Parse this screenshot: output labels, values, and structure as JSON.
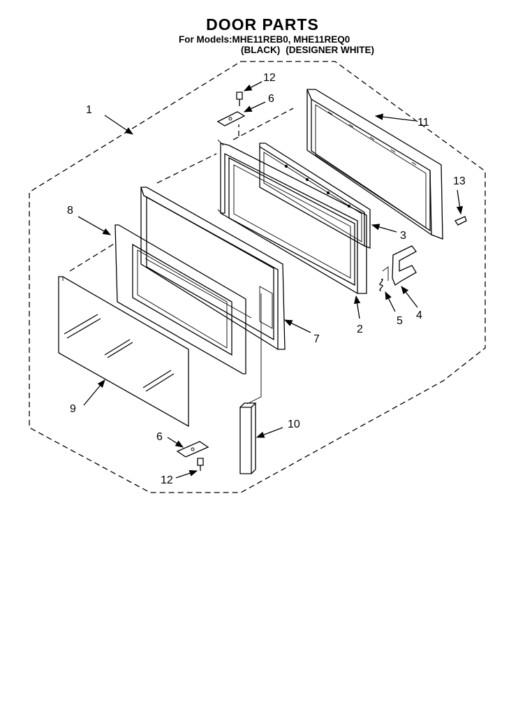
{
  "diagram": {
    "title": "DOOR PARTS",
    "models_line": "For Models:MHE11REB0, MHE11REQ0",
    "variants": [
      "(BLACK)",
      "(DESIGNER WHITE)"
    ],
    "callouts": {
      "c1": "1",
      "c2": "2",
      "c3": "3",
      "c4": "4",
      "c5": "5",
      "c6_top": "6",
      "c6_bottom": "6",
      "c7": "7",
      "c8": "8",
      "c9": "9",
      "c10": "10",
      "c11": "11",
      "c12_top": "12",
      "c12_bottom": "12",
      "c13": "13"
    }
  }
}
